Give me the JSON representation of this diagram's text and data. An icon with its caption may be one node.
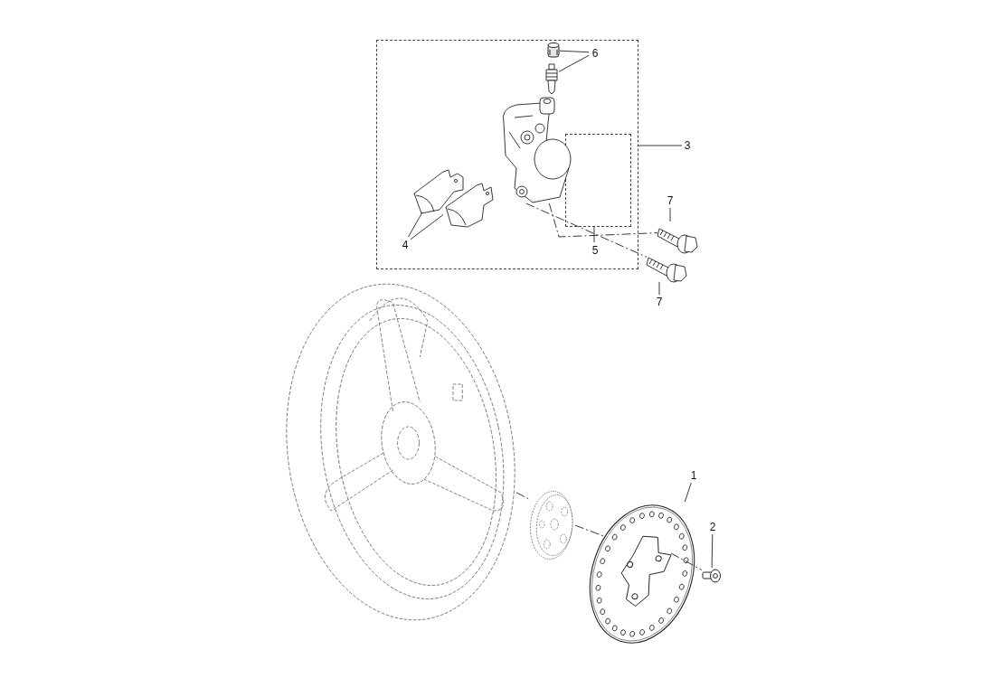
{
  "diagram": {
    "nodes": [
      {
        "text": [
          "1"
        ]
      },
      {
        "text": [
          "2"
        ]
      },
      {
        "text": [
          "3"
        ]
      },
      {
        "text": [
          "4"
        ],
        "in": 8
      },
      {
        "text": [
          "5"
        ],
        "in": 8
      },
      {
        "text": [
          "6"
        ],
        "in": 8
      },
      {
        "text": [
          "7"
        ]
      },
      {
        "text": [
          "7"
        ]
      },
      {
        "text": [],
        "shape": "box"
      },
      {
        "text": [],
        "shape": "box",
        "in": 8
      },
      {
        "text": [],
        "shape": "picture"
      },
      {
        "text": [],
        "shape": "picture"
      },
      {
        "text": [],
        "shape": "picture",
        "in": 8
      },
      {
        "text": [],
        "shape": "picture",
        "in": 8
      },
      {
        "text": [],
        "shape": "picture",
        "in": 8
      },
      {
        "text": [],
        "shape": "picture",
        "in": 8
      },
      {
        "text": [],
        "shape": "picture",
        "in": 8
      },
      {
        "text": [],
        "shape": "picture"
      },
      {
        "text": [],
        "shape": "picture"
      },
      {
        "text": [],
        "shape": "picture"
      },
      {
        "text": [],
        "shape": "picture"
      }
    ],
    "edges": [
      {
        "from": 0,
        "to": 10,
        "arrow": "none"
      },
      {
        "from": 1,
        "to": 11,
        "arrow": "none"
      },
      {
        "from": 2,
        "to": 8,
        "arrow": "none"
      },
      {
        "from": 3,
        "to": 13,
        "arrow": "none"
      },
      {
        "from": 3,
        "to": 14,
        "arrow": "none"
      },
      {
        "from": 4,
        "to": 9,
        "arrow": "none"
      },
      {
        "from": 5,
        "to": 15,
        "arrow": "none"
      },
      {
        "from": 5,
        "to": 16,
        "arrow": "none"
      },
      {
        "from": 6,
        "to": 17,
        "arrow": "none"
      },
      {
        "from": 7,
        "to": 18,
        "arrow": "none"
      },
      {
        "from": 12,
        "to": 17,
        "arrow": "none",
        "style": "dashed"
      },
      {
        "from": 12,
        "to": 18,
        "arrow": "none",
        "style": "dashed"
      },
      {
        "from": 19,
        "to": 20,
        "arrow": "none",
        "style": "dashed"
      },
      {
        "from": 20,
        "to": 10,
        "arrow": "none",
        "style": "dashed"
      },
      {
        "from": 10,
        "to": 11,
        "arrow": "none",
        "style": "dashed"
      }
    ]
  }
}
